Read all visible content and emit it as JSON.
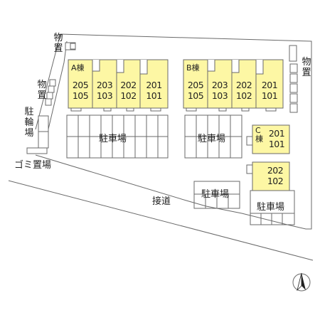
{
  "labels": {
    "storage_top": "物置",
    "storage_left": "物置",
    "storage_right": "物置",
    "bicycle_parking": "駐輪場",
    "garbage": "ゴミ置場",
    "road": "接道",
    "parking": "駐車場"
  },
  "building_a": {
    "name": "A棟",
    "units": [
      {
        "upper": "205",
        "lower": "105"
      },
      {
        "upper": "203",
        "lower": "103"
      },
      {
        "upper": "202",
        "lower": "102"
      },
      {
        "upper": "201",
        "lower": "101"
      }
    ]
  },
  "building_b": {
    "name": "B棟",
    "units": [
      {
        "upper": "205",
        "lower": "105"
      },
      {
        "upper": "203",
        "lower": "103"
      },
      {
        "upper": "202",
        "lower": "102"
      },
      {
        "upper": "201",
        "lower": "101"
      }
    ]
  },
  "building_c": {
    "name": "C棟",
    "units": [
      {
        "upper": "201",
        "lower": "101"
      },
      {
        "upper": "202",
        "lower": "102"
      }
    ]
  },
  "colors": {
    "building_fill": "#fdf7a4",
    "line": "#6a6a6a"
  },
  "icons": {
    "north_arrow": "north-arrow-icon"
  }
}
